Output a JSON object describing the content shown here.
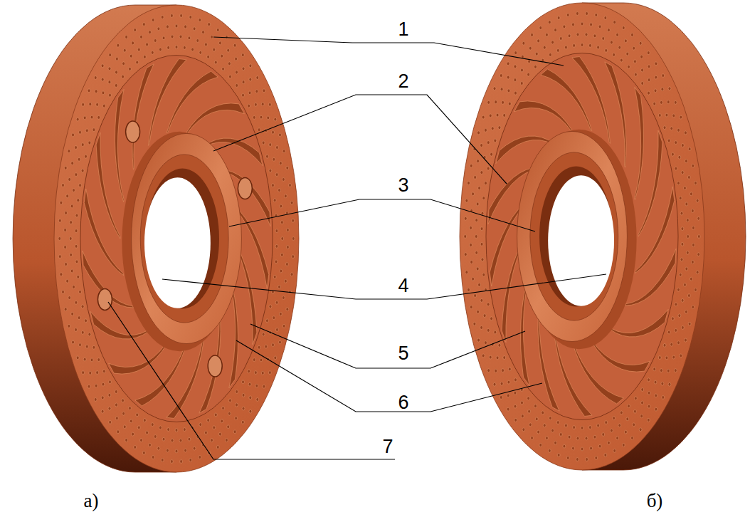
{
  "diagram": {
    "labels": [
      "1",
      "2",
      "3",
      "4",
      "5",
      "6",
      "7",
      "а)",
      "б)"
    ]
  }
}
